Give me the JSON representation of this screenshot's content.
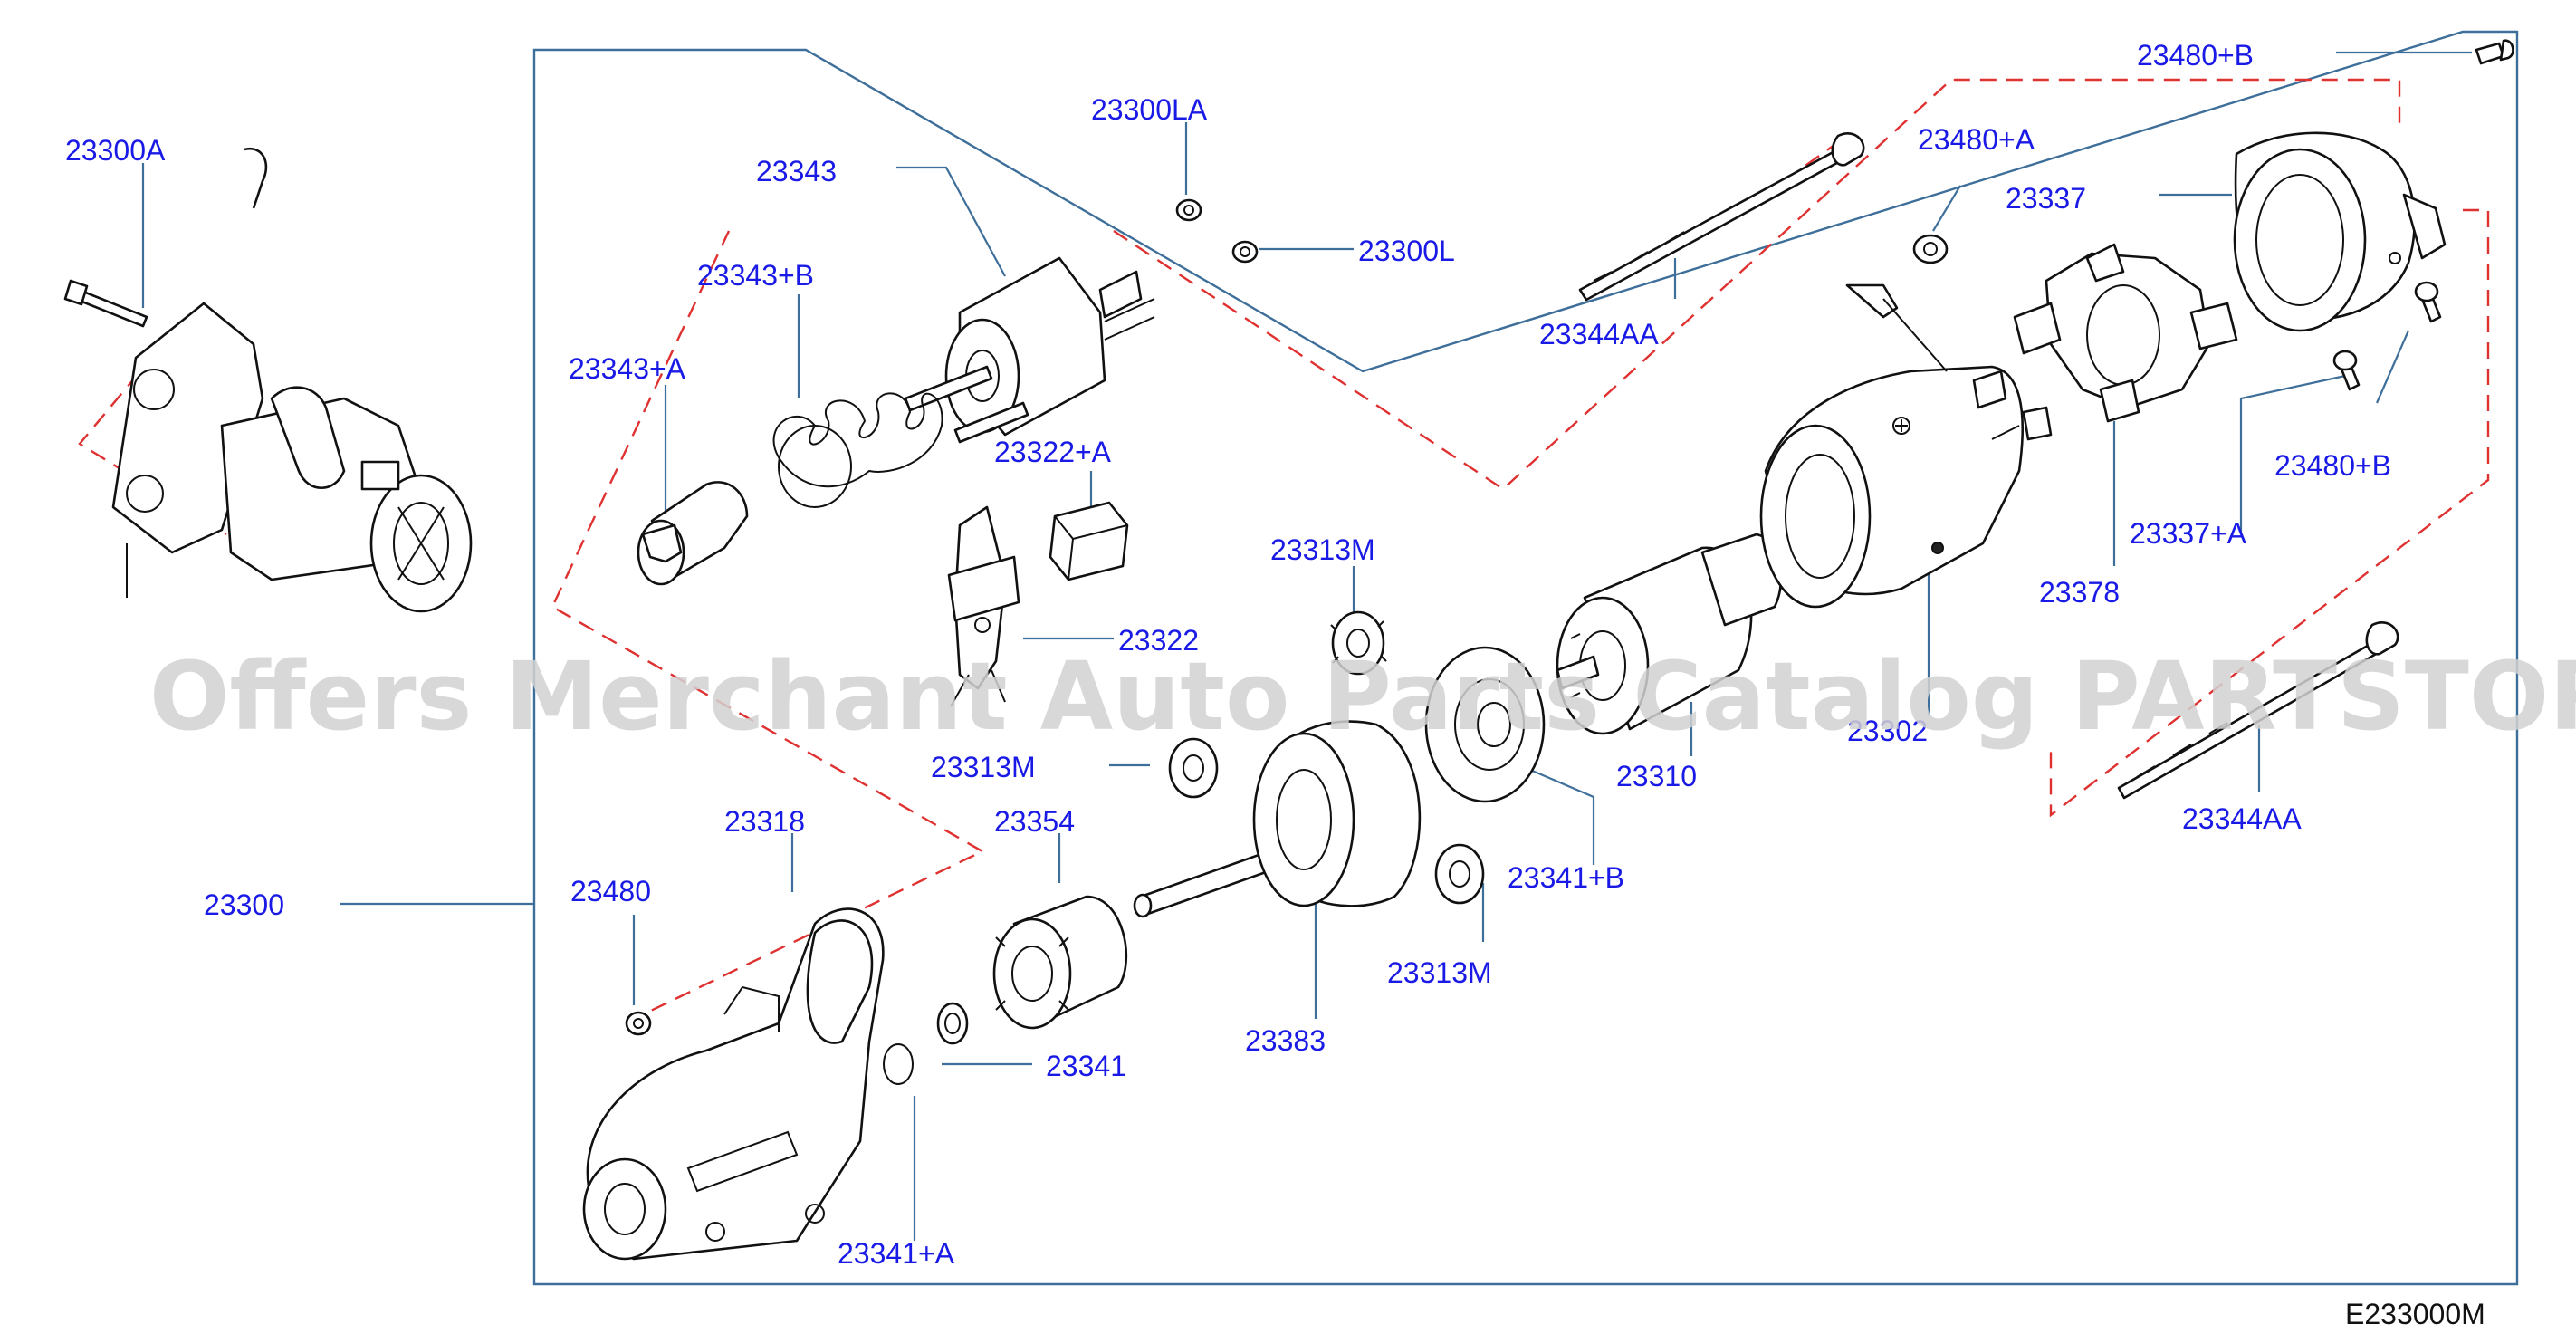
{
  "labels": {
    "l_23300A": "23300A",
    "l_23343": "23343",
    "l_23300LA": "23300LA",
    "l_23300L": "23300L",
    "l_23343B": "23343+B",
    "l_23343A": "23343+A",
    "l_23322A": "23322+A",
    "l_23322": "23322",
    "l_23313M_1": "23313M",
    "l_23313M_2": "23313M",
    "l_23313M_3": "23313M",
    "l_23318": "23318",
    "l_23354": "23354",
    "l_23480": "23480",
    "l_23300": "23300",
    "l_23341": "23341",
    "l_23341A": "23341+A",
    "l_23383": "23383",
    "l_23341B": "23341+B",
    "l_23310": "23310",
    "l_23302": "23302",
    "l_23344AA_1": "23344AA",
    "l_23344AA_2": "23344AA",
    "l_23480B_1": "23480+B",
    "l_23480B_2": "23480+B",
    "l_23480A": "23480+A",
    "l_23337": "23337",
    "l_23337A": "23337+A",
    "l_23378": "23378"
  },
  "diagram_code": "E233000M",
  "watermark": "Offers Merchant Auto Parts Catalog PARTSTORE.SA",
  "colors": {
    "label": "#1a1ae6",
    "frame": "#3e6f9a",
    "dashed_group": "#e03131",
    "outline": "#111111",
    "watermark": "#d2d2d2"
  }
}
